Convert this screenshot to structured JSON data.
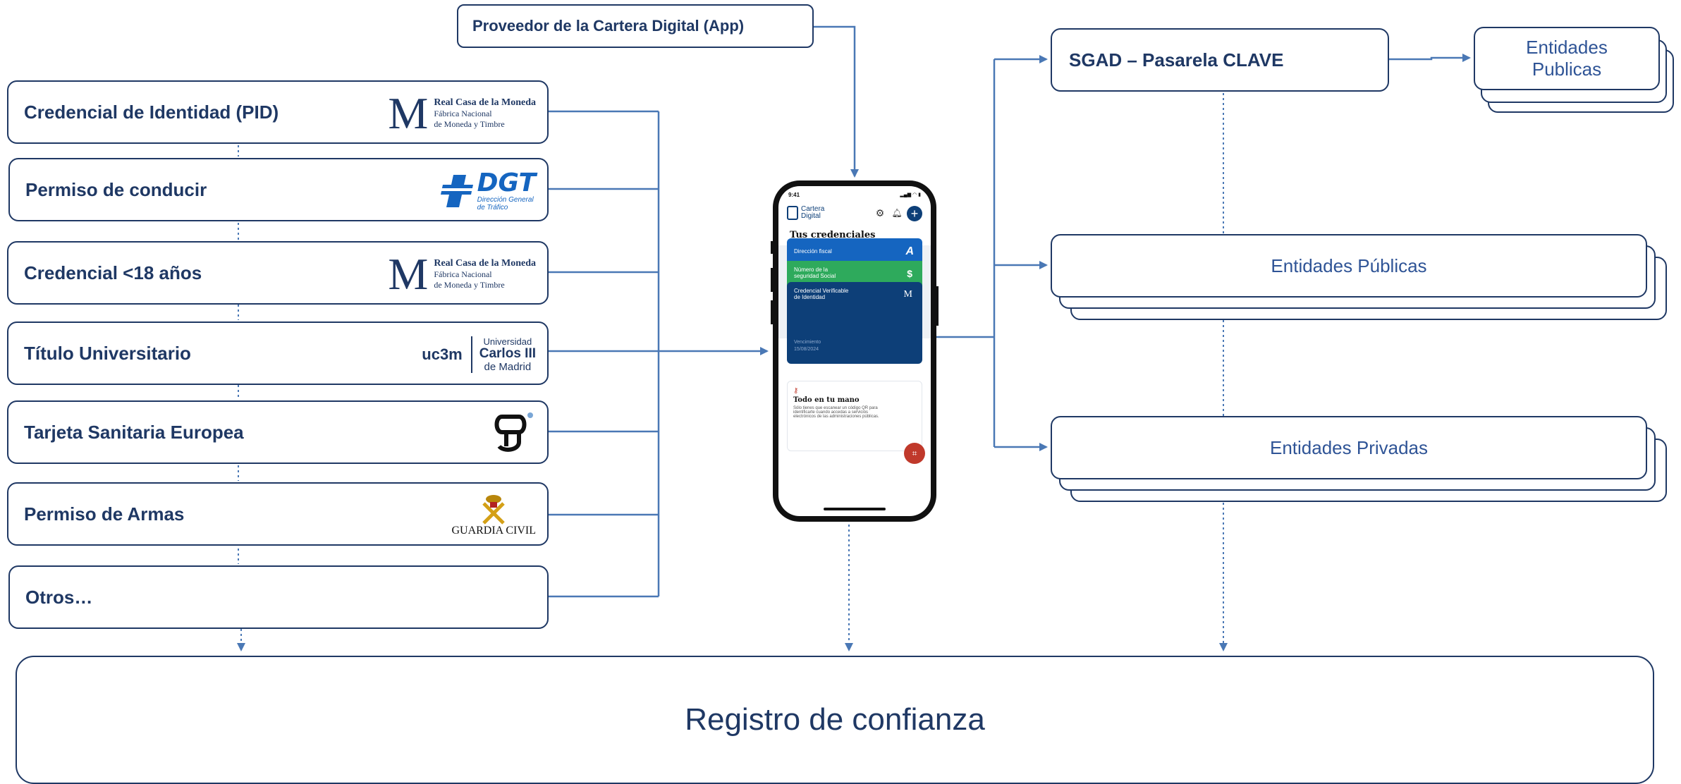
{
  "provider": "Proveedor de la Cartera Digital (App)",
  "credentials": [
    {
      "label": "Credencial de Identidad (PID)",
      "logo": "fnmt-logo"
    },
    {
      "label": "Permiso de conducir",
      "logo": "dgt-logo"
    },
    {
      "label": "Credencial <18 años",
      "logo": "fnmt-logo"
    },
    {
      "label": "Título Universitario",
      "logo": "uc3m-logo"
    },
    {
      "label": "Tarjeta Sanitaria Europea",
      "logo": "health-card-logo"
    },
    {
      "label": "Permiso de Armas",
      "logo": "guardia-civil-logo"
    },
    {
      "label": "Otros…",
      "logo": ""
    }
  ],
  "logos": {
    "fnmt": {
      "initial": "M",
      "line1": "Real Casa de la Moneda",
      "line2": "Fábrica Nacional",
      "line3": "de Moneda y Timbre"
    },
    "dgt": {
      "name": "DGT",
      "sub1": "Dirección General",
      "sub2": "de Tráfico"
    },
    "uc3m": {
      "short": "uc3m",
      "line1": "Universidad",
      "line2": "Carlos III",
      "line3": "de Madrid"
    },
    "guardia": {
      "name": "GUARDIA CIVIL"
    }
  },
  "sgad": "SGAD – Pasarela CLAVE",
  "entidades_top": {
    "line1": "Entidades",
    "line2": "Publicas"
  },
  "entidades_publicas": "Entidades Públicas",
  "entidades_privadas": "Entidades Privadas",
  "registro": "Registro de confianza",
  "phone": {
    "time": "9:41",
    "app_name_1": "Cartera",
    "app_name_2": "Digital",
    "heading": "Tus credenciales",
    "cards": [
      {
        "label": "Dirección fiscal",
        "color": "#1565c0"
      },
      {
        "label_1": "Número de la",
        "label_2": "seguridad Social",
        "color": "#2eaa5c"
      },
      {
        "label_1": "Credencial Verificable",
        "label_2": "de Identidad",
        "exp_label": "Vencimiento",
        "exp_date": "15/08/2024",
        "color": "#0d3f78"
      }
    ],
    "promo_title": "Todo en tu mano",
    "promo_text_1": "Sólo tienes que escanear un código QR para",
    "promo_text_2": "identificarte cuando accedas a servicios",
    "promo_text_3": "electrónicos de las administraciones públicas."
  },
  "colors": {
    "navy": "#1f3864",
    "line": "#4a78b5",
    "fab": "#c0392b"
  }
}
